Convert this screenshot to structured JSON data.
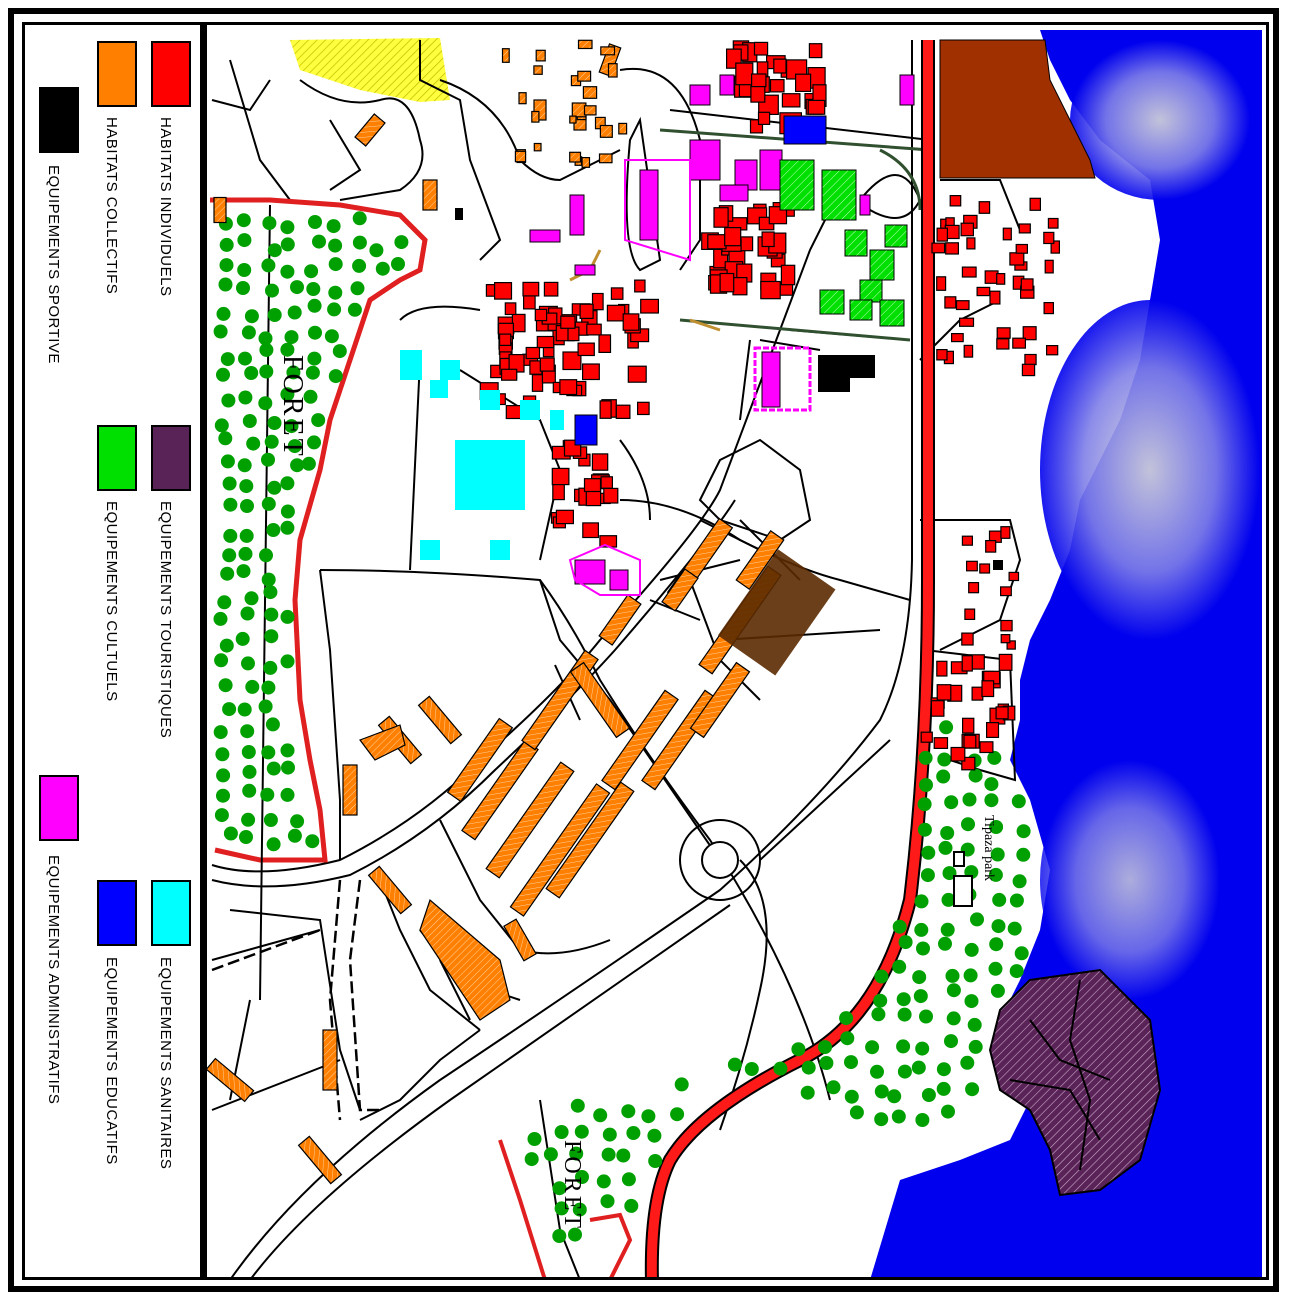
{
  "legend": {
    "items": [
      {
        "key": "habitats_individuels",
        "label": "HABITATS INDIVIDUELS",
        "color": "#ff0000"
      },
      {
        "key": "habitats_collectifs",
        "label": "HABITATS COLLECTIFS",
        "color": "#ff8000"
      },
      {
        "key": "equipements_sportive",
        "label": "EQUIPEMENTS SPORTIVE",
        "color": "#000000"
      },
      {
        "key": "equipements_touristiques",
        "label": "EQUIPEMENTS TOURISTIQUES",
        "color": "#5a2358"
      },
      {
        "key": "equipements_cultuels",
        "label": "EQUIPEMENTS CULTUELS",
        "color": "#00e000"
      },
      {
        "key": "equipements_administratifs",
        "label": "EQUIPEMENTS ADMINISTRATIFS",
        "color": "#ff00ff"
      },
      {
        "key": "equipements_sanitaires",
        "label": "EQUIPEMENTS SANITAIRES",
        "color": "#00ffff"
      },
      {
        "key": "equipements_educatifs",
        "label": "EQUIPEMENTS EDUCATIFS",
        "color": "#0000ff"
      }
    ]
  },
  "map": {
    "forest_label_1": "FORET",
    "forest_label_2": "FORET",
    "park_label": "Tipaza park",
    "colors": {
      "sea": "#0000ee",
      "forest_boundary": "#e02020",
      "main_road": "#ff1a1a",
      "tree": "#00a000",
      "brown_zone": "#a03000",
      "yellow_zone": "#ffff40"
    }
  }
}
